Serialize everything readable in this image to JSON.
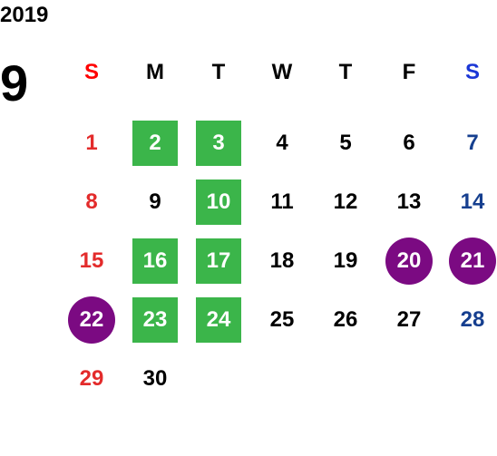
{
  "year": "2019",
  "month": "9",
  "colors": {
    "sunday": "#e32b2b",
    "saturday": "#163f8f",
    "highlight_green": "#3bb54a",
    "highlight_purple": "#7b0a82"
  },
  "weekdays": [
    "S",
    "M",
    "T",
    "W",
    "T",
    "F",
    "S"
  ],
  "weeks": [
    [
      {
        "day": "1",
        "type": "sun",
        "highlight": ""
      },
      {
        "day": "2",
        "type": "",
        "highlight": "green"
      },
      {
        "day": "3",
        "type": "",
        "highlight": "green"
      },
      {
        "day": "4",
        "type": "",
        "highlight": ""
      },
      {
        "day": "5",
        "type": "",
        "highlight": ""
      },
      {
        "day": "6",
        "type": "",
        "highlight": ""
      },
      {
        "day": "7",
        "type": "sat",
        "highlight": ""
      }
    ],
    [
      {
        "day": "8",
        "type": "sun",
        "highlight": ""
      },
      {
        "day": "9",
        "type": "",
        "highlight": ""
      },
      {
        "day": "10",
        "type": "",
        "highlight": "green"
      },
      {
        "day": "11",
        "type": "",
        "highlight": ""
      },
      {
        "day": "12",
        "type": "",
        "highlight": ""
      },
      {
        "day": "13",
        "type": "",
        "highlight": ""
      },
      {
        "day": "14",
        "type": "sat",
        "highlight": ""
      }
    ],
    [
      {
        "day": "15",
        "type": "sun",
        "highlight": ""
      },
      {
        "day": "16",
        "type": "",
        "highlight": "green"
      },
      {
        "day": "17",
        "type": "",
        "highlight": "green"
      },
      {
        "day": "18",
        "type": "",
        "highlight": ""
      },
      {
        "day": "19",
        "type": "",
        "highlight": ""
      },
      {
        "day": "20",
        "type": "",
        "highlight": "purple"
      },
      {
        "day": "21",
        "type": "sat",
        "highlight": "purple"
      }
    ],
    [
      {
        "day": "22",
        "type": "sun",
        "highlight": "purple"
      },
      {
        "day": "23",
        "type": "",
        "highlight": "green"
      },
      {
        "day": "24",
        "type": "",
        "highlight": "green"
      },
      {
        "day": "25",
        "type": "",
        "highlight": ""
      },
      {
        "day": "26",
        "type": "",
        "highlight": ""
      },
      {
        "day": "27",
        "type": "",
        "highlight": ""
      },
      {
        "day": "28",
        "type": "sat",
        "highlight": ""
      }
    ],
    [
      {
        "day": "29",
        "type": "sun",
        "highlight": ""
      },
      {
        "day": "30",
        "type": "",
        "highlight": ""
      },
      {
        "day": "",
        "type": "",
        "highlight": ""
      },
      {
        "day": "",
        "type": "",
        "highlight": ""
      },
      {
        "day": "",
        "type": "",
        "highlight": ""
      },
      {
        "day": "",
        "type": "",
        "highlight": ""
      },
      {
        "day": "",
        "type": "",
        "highlight": ""
      }
    ]
  ]
}
